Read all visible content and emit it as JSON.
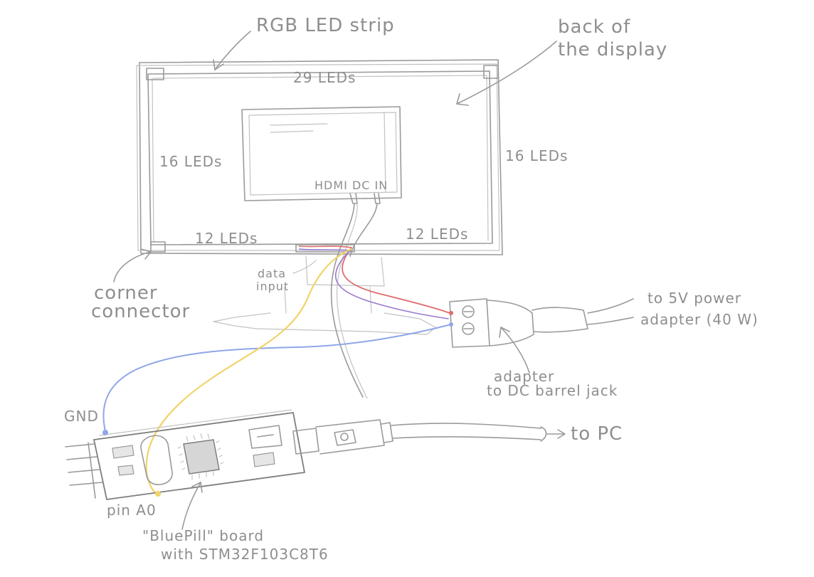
{
  "labels": {
    "rgb_led_strip": "RGB LED strip",
    "back_of_display_line1": "back of",
    "back_of_display_line2": "the display",
    "top_leds": "29 LEDs",
    "left_leds": "16 LEDs",
    "right_leds": "16 LEDs",
    "bottom_left_leds": "12 LEDs",
    "bottom_right_leds": "12 LEDs",
    "ports": "HDMI DC IN",
    "data_input_line1": "data",
    "data_input_line2": "input",
    "corner_connector_line1": "corner",
    "corner_connector_line2": "connector",
    "power_adapter_line1": "to 5V power",
    "power_adapter_line2": "adapter (40 W)",
    "barrel_adapter_line1": "adapter",
    "barrel_adapter_line2": "to DC barrel jack",
    "gnd": "GND",
    "to_pc": "to PC",
    "pin_a0": "pin A0",
    "board_line1": "\"BluePill\" board",
    "board_line2": "with STM32F103C8T6"
  },
  "colors": {
    "pencil": "#9a9a9a",
    "wire_red": "#e06a6a",
    "wire_blue": "#8fa6e8",
    "wire_yellow": "#f1d36a",
    "wire_purple": "#9a7ad0"
  }
}
